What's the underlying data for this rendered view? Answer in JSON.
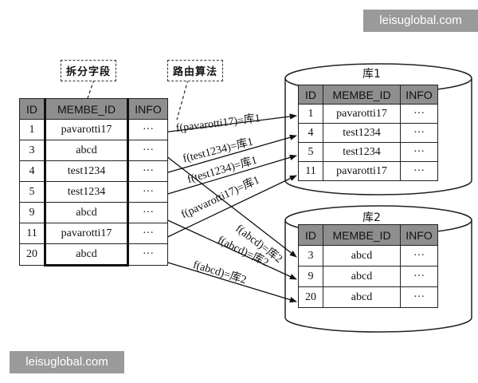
{
  "watermark": "leisuglobal.com",
  "callouts": {
    "split": "拆分字段",
    "route": "路由算法"
  },
  "source_table": {
    "headers": [
      "ID",
      "MEMBE_ID",
      "INFO"
    ],
    "rows": [
      [
        "1",
        "pavarotti17",
        "···"
      ],
      [
        "3",
        "abcd",
        "···"
      ],
      [
        "4",
        "test1234",
        "···"
      ],
      [
        "5",
        "test1234",
        "···"
      ],
      [
        "9",
        "abcd",
        "···"
      ],
      [
        "11",
        "pavarotti17",
        "···"
      ],
      [
        "20",
        "abcd",
        "···"
      ]
    ]
  },
  "db1": {
    "label": "库1",
    "headers": [
      "ID",
      "MEMBE_ID",
      "INFO"
    ],
    "rows": [
      [
        "1",
        "pavarotti17",
        "···"
      ],
      [
        "4",
        "test1234",
        "···"
      ],
      [
        "5",
        "test1234",
        "···"
      ],
      [
        "11",
        "pavarotti17",
        "···"
      ]
    ]
  },
  "db2": {
    "label": "库2",
    "headers": [
      "ID",
      "MEMBE_ID",
      "INFO"
    ],
    "rows": [
      [
        "3",
        "abcd",
        "···"
      ],
      [
        "9",
        "abcd",
        "···"
      ],
      [
        "20",
        "abcd",
        "···"
      ]
    ]
  },
  "routes": [
    "f(pavarotti17)=库1",
    "f(test1234)=库1",
    "f(test1234)=库1",
    "f(pavarotti17)=库1",
    "f(abcd)=库2",
    "f(abcd)=库2",
    "f(abcd)=库2"
  ]
}
